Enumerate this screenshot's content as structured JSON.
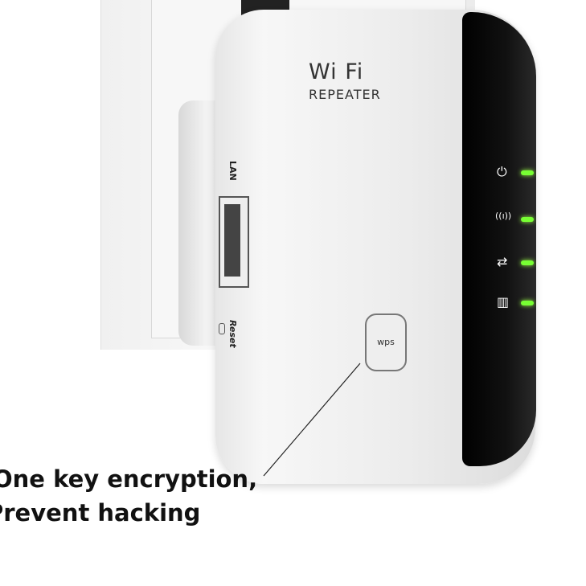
{
  "device": {
    "brand_text": "Wi Fi",
    "model_text": "REPEATER",
    "port_label": "LAN",
    "reset_label": "Reset",
    "button_label": "wps",
    "indicators": [
      {
        "icon": "power-icon",
        "glyph": "⏻",
        "led_color": "#77ee33"
      },
      {
        "icon": "signal-icon",
        "glyph": "((ı))",
        "led_color": "#77ee33"
      },
      {
        "icon": "sync-icon",
        "glyph": "⇄",
        "led_color": "#77ee33"
      },
      {
        "icon": "lan-icon",
        "glyph": "▥",
        "led_color": "#77ee33"
      }
    ]
  },
  "caption": {
    "line1": "One key encryption,",
    "line2": "Prevent hacking"
  }
}
